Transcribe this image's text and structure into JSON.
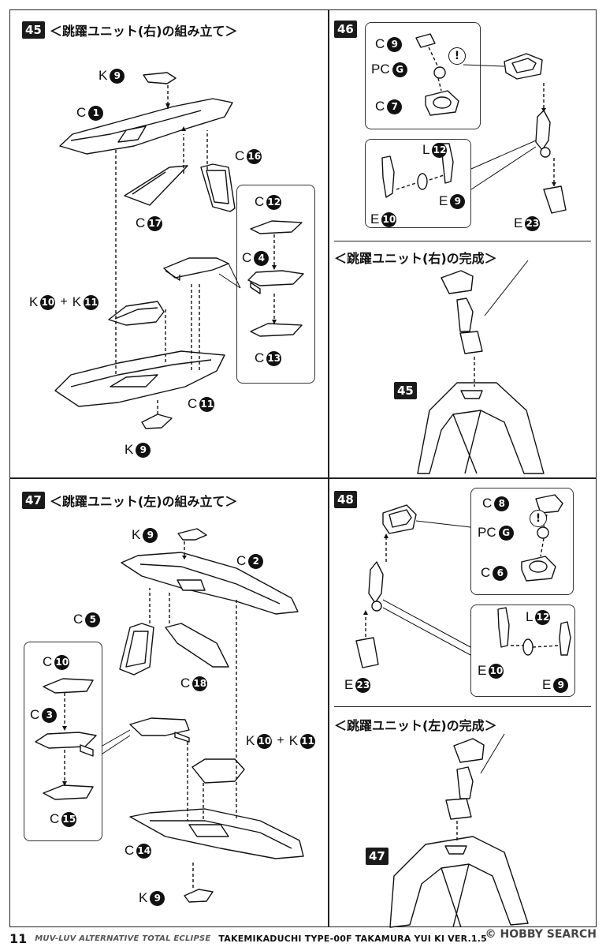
{
  "steps": {
    "s45": {
      "num": "45",
      "title": "＜跳躍ユニット(右)の組み立て＞"
    },
    "s46": {
      "num": "46",
      "complete_title": "＜跳躍ユニット(右)の完成＞",
      "ref": "45"
    },
    "s47": {
      "num": "47",
      "title": "＜跳躍ユニット(左)の組み立て＞"
    },
    "s48": {
      "num": "48",
      "complete_title": "＜跳躍ユニット(左)の完成＞",
      "ref": "47"
    }
  },
  "labels": {
    "s45": [
      {
        "l": "K",
        "n": "9"
      },
      {
        "l": "C",
        "n": "1"
      },
      {
        "l": "C",
        "n": "16"
      },
      {
        "l": "C",
        "n": "17"
      },
      {
        "l": "C",
        "n": "12"
      },
      {
        "l": "C",
        "n": "4"
      },
      {
        "l": "C",
        "n": "13"
      },
      {
        "l": "C",
        "n": "11"
      },
      {
        "l": "K",
        "n": "9"
      }
    ],
    "s45_combo": {
      "a": "K",
      "an": "10",
      "plus": "+",
      "b": "K",
      "bn": "11"
    },
    "s46": [
      {
        "l": "C",
        "n": "9"
      },
      {
        "l": "PC",
        "n": "G"
      },
      {
        "l": "C",
        "n": "7"
      },
      {
        "l": "L",
        "n": "12"
      },
      {
        "l": "E",
        "n": "9"
      },
      {
        "l": "E",
        "n": "10"
      },
      {
        "l": "E",
        "n": "23"
      }
    ],
    "s47": [
      {
        "l": "K",
        "n": "9"
      },
      {
        "l": "C",
        "n": "2"
      },
      {
        "l": "C",
        "n": "5"
      },
      {
        "l": "C",
        "n": "18"
      },
      {
        "l": "C",
        "n": "10"
      },
      {
        "l": "C",
        "n": "3"
      },
      {
        "l": "C",
        "n": "15"
      },
      {
        "l": "C",
        "n": "14"
      },
      {
        "l": "K",
        "n": "9"
      }
    ],
    "s47_combo": {
      "a": "K",
      "an": "10",
      "plus": "+",
      "b": "K",
      "bn": "11"
    },
    "s48": [
      {
        "l": "C",
        "n": "8"
      },
      {
        "l": "PC",
        "n": "G"
      },
      {
        "l": "C",
        "n": "6"
      },
      {
        "l": "L",
        "n": "12"
      },
      {
        "l": "E",
        "n": "10"
      },
      {
        "l": "E",
        "n": "9"
      },
      {
        "l": "E",
        "n": "23"
      }
    ]
  },
  "excl": "!",
  "footer": {
    "page": "11",
    "series": "MUV-LUV ALTERNATIVE TOTAL ECLIPSE",
    "product": "TAKEMIKADUCHI TYPE-00F TAKAMURA YUI KI VER.1.5"
  },
  "watermark": "© HOBBY SEARCH"
}
